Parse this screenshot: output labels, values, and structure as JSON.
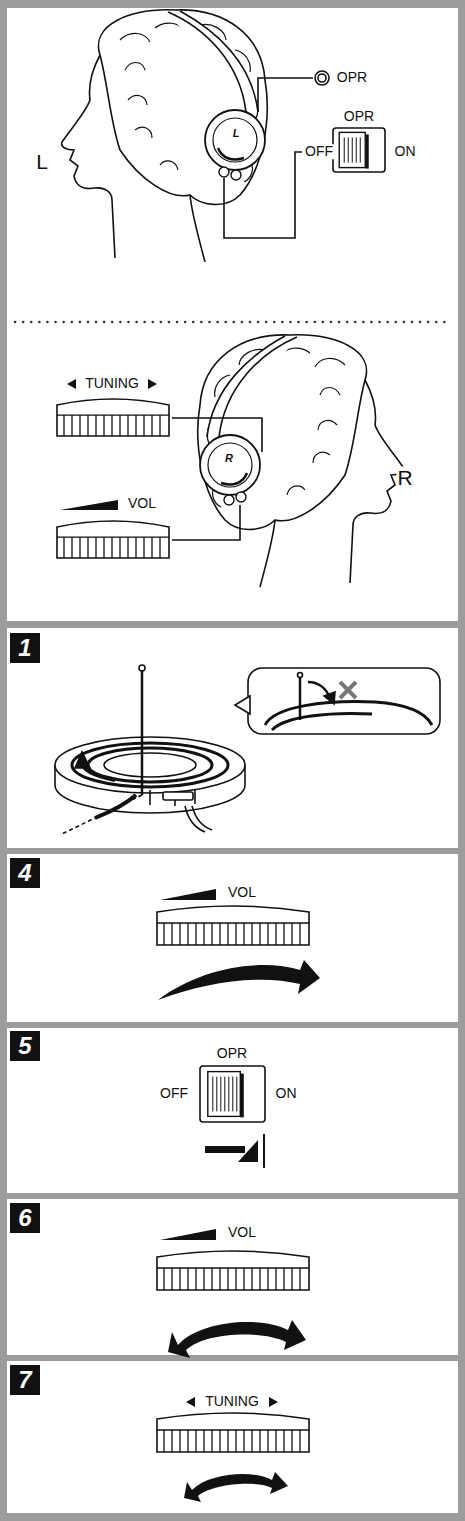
{
  "diagram": {
    "nodes": [
      {
        "text": [
          "1"
        ]
      },
      {
        "text": [
          "4"
        ]
      },
      {
        "text": [
          "5"
        ]
      },
      {
        "text": [
          "6"
        ]
      },
      {
        "text": [
          "7"
        ]
      }
    ],
    "labels": [
      "OPR",
      "L",
      "L",
      "OPR",
      "OFF",
      "ON",
      "TUNING",
      "R",
      "R",
      "VOL",
      "VOL",
      "OPR",
      "OFF",
      "ON",
      "VOL",
      "TUNING"
    ]
  }
}
